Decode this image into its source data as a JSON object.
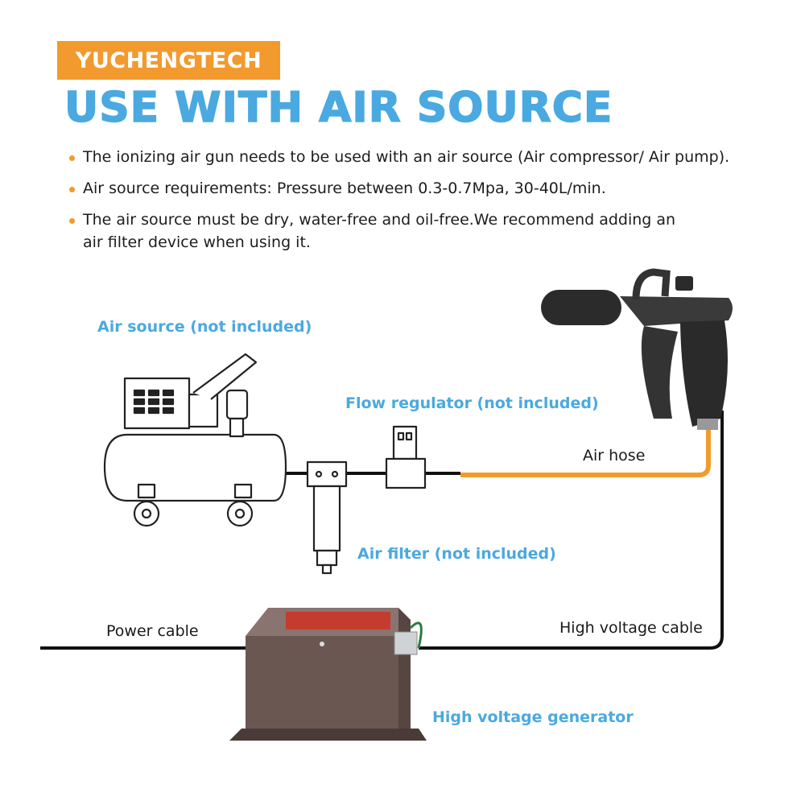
{
  "brand": "YUCHENGTECH",
  "title": "USE WITH AIR SOURCE",
  "bullets": [
    "The ionizing air gun needs to be used with an air source (Air compressor/ Air pump).",
    "Air source requirements: Pressure between 0.3-0.7Mpa, 30-40L/min.",
    "The air source must be dry, water-free and oil-free.We recommend adding an air filter device when using it."
  ],
  "labels": {
    "air_source": "Air source (not included)",
    "flow_regulator": "Flow regulator (not included)",
    "air_hose": "Air hose",
    "air_filter": "Air filter (not included)",
    "power_cable": "Power cable",
    "high_voltage_cable": "High voltage cable",
    "high_voltage_generator": "High voltage generator"
  },
  "colors": {
    "accent_orange": "#f29a2e",
    "accent_blue": "#4aa9e0",
    "air_hose": "#f29a2e",
    "cable": "#111111",
    "generator_body": "#6b5752"
  }
}
